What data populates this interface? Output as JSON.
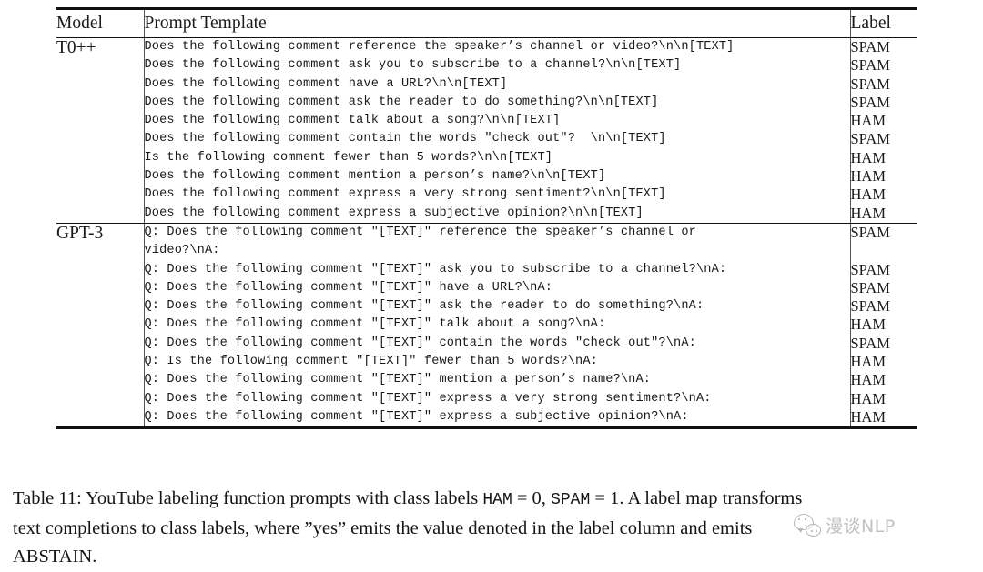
{
  "table": {
    "headers": {
      "model": "Model",
      "prompt": "Prompt Template",
      "label": "Label"
    },
    "sections": [
      {
        "model": "T0++",
        "rows": [
          {
            "prompt": "Does the following comment reference the speaker’s channel or video?\\n\\n[TEXT]",
            "label": "SPAM"
          },
          {
            "prompt": "Does the following comment ask you to subscribe to a channel?\\n\\n[TEXT]",
            "label": "SPAM"
          },
          {
            "prompt": "Does the following comment have a URL?\\n\\n[TEXT]",
            "label": "SPAM"
          },
          {
            "prompt": "Does the following comment ask the reader to do something?\\n\\n[TEXT]",
            "label": "SPAM"
          },
          {
            "prompt": "Does the following comment talk about a song?\\n\\n[TEXT]",
            "label": "HAM"
          },
          {
            "prompt": "Does the following comment contain the words \"check out\"?  \\n\\n[TEXT]",
            "label": "SPAM"
          },
          {
            "prompt": "Is the following comment fewer than 5 words?\\n\\n[TEXT]",
            "label": "HAM"
          },
          {
            "prompt": "Does the following comment mention a person’s name?\\n\\n[TEXT]",
            "label": "HAM"
          },
          {
            "prompt": "Does the following comment express a very strong sentiment?\\n\\n[TEXT]",
            "label": "HAM"
          },
          {
            "prompt": "Does the following comment express a subjective opinion?\\n\\n[TEXT]",
            "label": "HAM"
          }
        ]
      },
      {
        "model": "GPT-3",
        "rows": [
          {
            "prompt": "Q: Does the following comment \"[TEXT]\" reference the speaker’s channel or\nvideo?\\nA:",
            "label": "SPAM",
            "label_blank_after": true
          },
          {
            "prompt": "Q: Does the following comment \"[TEXT]\" ask you to subscribe to a channel?\\nA:",
            "label": "SPAM"
          },
          {
            "prompt": "Q: Does the following comment \"[TEXT]\" have a URL?\\nA:",
            "label": "SPAM"
          },
          {
            "prompt": "Q: Does the following comment \"[TEXT]\" ask the reader to do something?\\nA:",
            "label": "SPAM"
          },
          {
            "prompt": "Q: Does the following comment \"[TEXT]\" talk about a song?\\nA:",
            "label": "HAM"
          },
          {
            "prompt": "Q: Does the following comment \"[TEXT]\" contain the words \"check out\"?\\nA:",
            "label": "SPAM"
          },
          {
            "prompt": "Q: Is the following comment \"[TEXT]\" fewer than 5 words?\\nA:",
            "label": "HAM"
          },
          {
            "prompt": "Q: Does the following comment \"[TEXT]\" mention a person’s name?\\nA:",
            "label": "HAM"
          },
          {
            "prompt": "Q: Does the following comment \"[TEXT]\" express a very strong sentiment?\\nA:",
            "label": "HAM"
          },
          {
            "prompt": "Q: Does the following comment \"[TEXT]\" express a subjective opinion?\\nA:",
            "label": "HAM"
          }
        ]
      }
    ]
  },
  "caption": {
    "line1_a": "Table 11:  YouTube labeling function prompts with class labels ",
    "line1_tt1": "HAM",
    "line1_b": " = 0, ",
    "line1_tt2": "SPAM",
    "line1_c": " = 1.  A label map transforms",
    "line2": "text  completions  to  class  labels,  where  ”yes”  emits  the  value  denoted  in  the  label  column  and  emits",
    "line3": "ABSTAIN."
  },
  "watermark": {
    "text": "漫谈NLP",
    "logo": "wechat-logo"
  }
}
